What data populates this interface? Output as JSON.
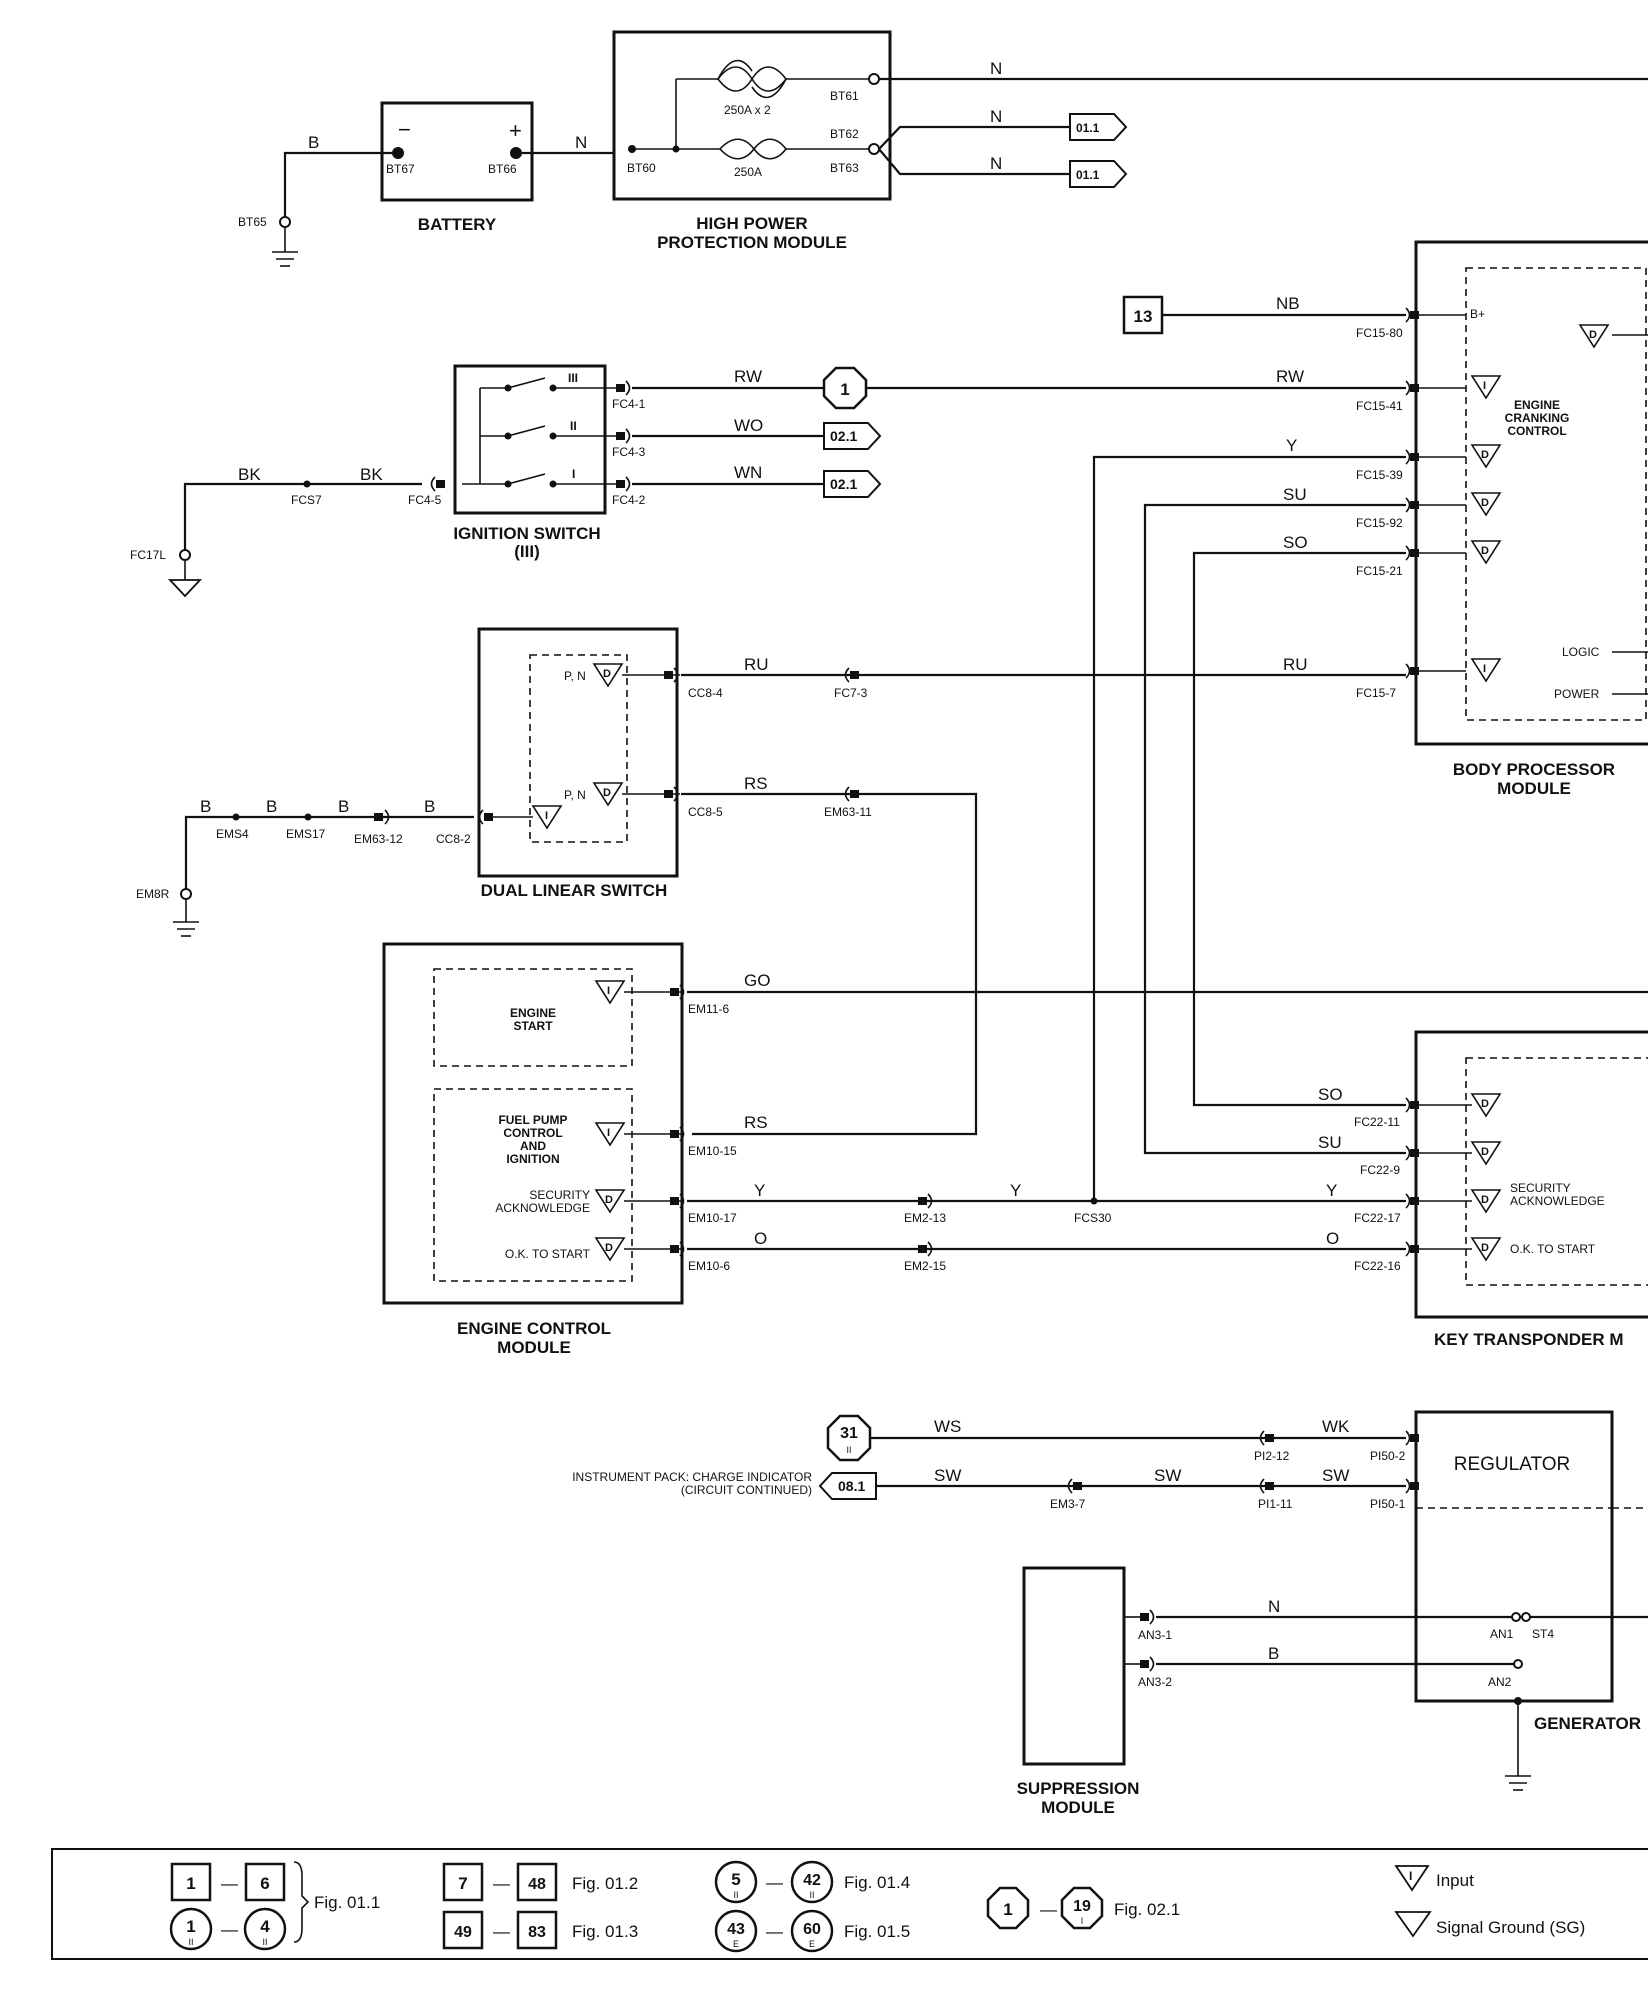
{
  "battery": {
    "title": "BATTERY",
    "minus": "−",
    "plus": "+",
    "pin_neg": "BT67",
    "pin_pos": "BT66",
    "ground": "BT65",
    "wire_neg": "B",
    "wire_pos": "N"
  },
  "hppm": {
    "title_line1": "HIGH POWER",
    "title_line2": "PROTECTION MODULE",
    "fuse1": "250A x 2",
    "fuse2": "250A",
    "pins": [
      "BT60",
      "BT61",
      "BT62",
      "BT63"
    ],
    "wires": [
      "N",
      "N",
      "N"
    ],
    "refs": [
      "01.1",
      "01.1"
    ]
  },
  "bpm": {
    "title_line1": "BODY PROCESSOR",
    "title_line2": "MODULE",
    "ecc_1": "ENGINE",
    "ecc_2": "CRANKING",
    "ecc_3": "CONTROL",
    "bplus": "B+",
    "logic": "LOGIC",
    "power": "POWER",
    "pins": [
      "FC15-80",
      "FC15-41",
      "FC15-39",
      "FC15-92",
      "FC15-21",
      "FC15-7"
    ],
    "wires": [
      "NB",
      "RW",
      "Y",
      "SU",
      "SO",
      "RU"
    ],
    "ref_box": "13"
  },
  "ignition": {
    "title_line1": "IGNITION SWITCH",
    "title_line2": "(III)",
    "pos": [
      "III",
      "II",
      "I"
    ],
    "pins": [
      "FC4-1",
      "FC4-3",
      "FC4-2",
      "FC4-5"
    ],
    "wires": [
      "RW",
      "WO",
      "WN",
      "BK",
      "BK"
    ],
    "splice": "FCS7",
    "ground": "FC17L",
    "circle_ref": "1",
    "refs": [
      "02.1",
      "02.1"
    ]
  },
  "dls": {
    "title": "DUAL LINEAR SWITCH",
    "pn1": "P, N",
    "pn2": "P, N",
    "pins": [
      "CC8-4",
      "CC8-5",
      "CC8-2",
      "FC7-3",
      "EM63-11",
      "EM63-12"
    ],
    "wires": [
      "RU",
      "RS",
      "B",
      "B",
      "B",
      "B",
      "RU"
    ],
    "splices": [
      "EMS4",
      "EMS17"
    ],
    "ground": "EM8R"
  },
  "ecm": {
    "title_line1": "ENGINE CONTROL",
    "title_line2": "MODULE",
    "start_1": "ENGINE",
    "start_2": "START",
    "fp_1": "FUEL PUMP",
    "fp_2": "CONTROL",
    "fp_3": "AND",
    "fp_4": "IGNITION",
    "sec_1": "SECURITY",
    "sec_2": "ACKNOWLEDGE",
    "ok": "O.K. TO START",
    "pins": [
      "EM11-6",
      "EM10-15",
      "EM10-17",
      "EM10-6",
      "EM2-13",
      "EM2-15"
    ],
    "wires": [
      "GO",
      "RS",
      "Y",
      "Y",
      "Y",
      "O",
      "O"
    ],
    "splice": "FCS30"
  },
  "ktm": {
    "title": "KEY TRANSPONDER M",
    "sec_1": "SECURITY",
    "sec_2": "ACKNOWLEDGE",
    "ok": "O.K. TO START",
    "pins": [
      "FC22-11",
      "FC22-9",
      "FC22-17",
      "FC22-16"
    ],
    "wires": [
      "SO",
      "SU"
    ]
  },
  "generator": {
    "title": "GENERATOR",
    "regulator": "REGULATOR",
    "pins": [
      "PI2-12",
      "PI50-2",
      "PI1-11",
      "PI50-1",
      "EM3-7",
      "AN1",
      "ST4",
      "AN2"
    ],
    "wires": [
      "WS",
      "WK",
      "SW",
      "SW",
      "SW",
      "N",
      "B"
    ],
    "circle_ref": "31",
    "circle_sub": "II",
    "ref": "08.1",
    "note_1": "INSTRUMENT PACK: CHARGE INDICATOR",
    "note_2": "(CIRCUIT CONTINUED)"
  },
  "suppression": {
    "title_line1": "SUPPRESSION",
    "title_line2": "MODULE",
    "pins": [
      "AN3-1",
      "AN3-2"
    ]
  },
  "symbols": {
    "I": "I",
    "D": "D",
    "dash": "—"
  },
  "legend": {
    "sq_a": [
      "1",
      "6"
    ],
    "circ_a": [
      "1",
      "4"
    ],
    "circ_a_sub": "II",
    "fig_a": "Fig. 01.1",
    "sq_b": [
      "7",
      "48"
    ],
    "fig_b": "Fig. 01.2",
    "sq_c": [
      "49",
      "83"
    ],
    "fig_c": "Fig. 01.3",
    "circ_d": [
      "5",
      "42"
    ],
    "circ_d_sub": "II",
    "fig_d": "Fig. 01.4",
    "circ_e": [
      "43",
      "60"
    ],
    "circ_e_sub": "E",
    "fig_e": "Fig. 01.5",
    "oct_f": [
      "1",
      "19"
    ],
    "oct_f_sub": "I",
    "fig_f": "Fig. 02.1",
    "input": "Input",
    "sg": "Signal Ground (SG)"
  }
}
